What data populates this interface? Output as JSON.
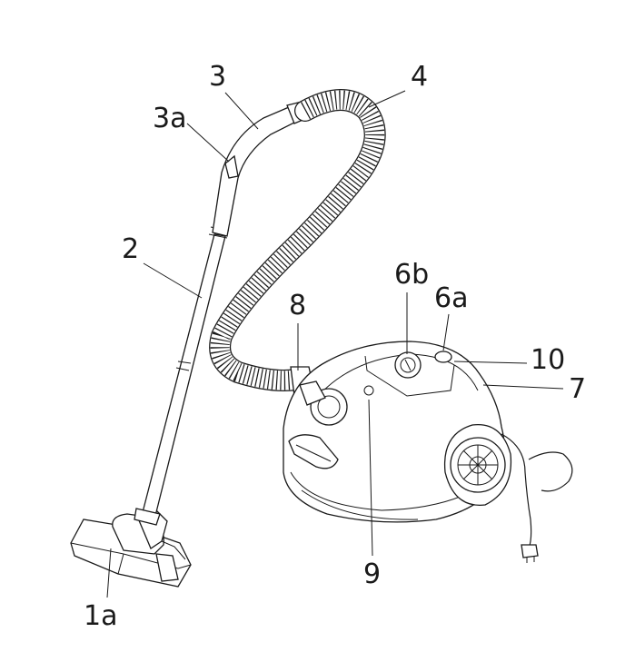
{
  "labels": {
    "l1a": "1a",
    "l2": "2",
    "l3": "3",
    "l3a": "3a",
    "l4": "4",
    "l6a": "6a",
    "l6b": "6b",
    "l7": "7",
    "l8": "8",
    "l9": "9",
    "l10": "10"
  }
}
